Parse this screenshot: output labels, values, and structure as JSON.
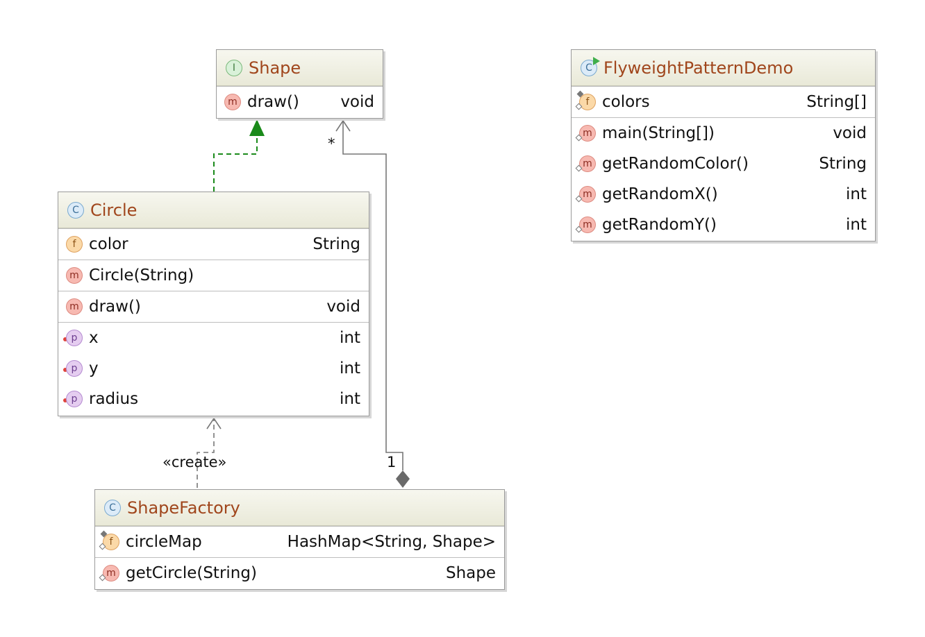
{
  "shape": {
    "name": "Shape",
    "kind_icon": "I",
    "members": [
      {
        "icon": "m",
        "name": "draw()",
        "type": "void"
      }
    ]
  },
  "circle": {
    "name": "Circle",
    "kind_icon": "C",
    "fields": [
      {
        "icon": "f",
        "name": "color",
        "type": "String"
      }
    ],
    "constructors": [
      {
        "icon": "m",
        "name": "Circle(String)",
        "type": ""
      }
    ],
    "methods": [
      {
        "icon": "m",
        "name": "draw()",
        "type": "void"
      }
    ],
    "properties": [
      {
        "icon": "p",
        "name": "x",
        "type": "int"
      },
      {
        "icon": "p",
        "name": "y",
        "type": "int"
      },
      {
        "icon": "p",
        "name": "radius",
        "type": "int"
      }
    ]
  },
  "factory": {
    "name": "ShapeFactory",
    "kind_icon": "C",
    "fields": [
      {
        "icon": "f",
        "name": "circleMap",
        "type": "HashMap<String, Shape>"
      }
    ],
    "methods": [
      {
        "icon": "m",
        "name": "getCircle(String)",
        "type": "Shape"
      }
    ]
  },
  "demo": {
    "name": "FlyweightPatternDemo",
    "kind_icon": "C",
    "fields": [
      {
        "icon": "f",
        "name": "colors",
        "type": "String[]"
      }
    ],
    "methods": [
      {
        "icon": "m",
        "name": "main(String[])",
        "type": "void"
      },
      {
        "icon": "m",
        "name": "getRandomColor()",
        "type": "String"
      },
      {
        "icon": "m",
        "name": "getRandomX()",
        "type": "int"
      },
      {
        "icon": "m",
        "name": "getRandomY()",
        "type": "int"
      }
    ]
  },
  "edges": {
    "realization_color": "#1a8a1a",
    "create_label": "«create»",
    "aggregation_many": "*",
    "aggregation_one": "1"
  },
  "colors": {
    "title": "#a0461c",
    "header_bg": "#efefe2",
    "border": "#9a9a9a"
  }
}
